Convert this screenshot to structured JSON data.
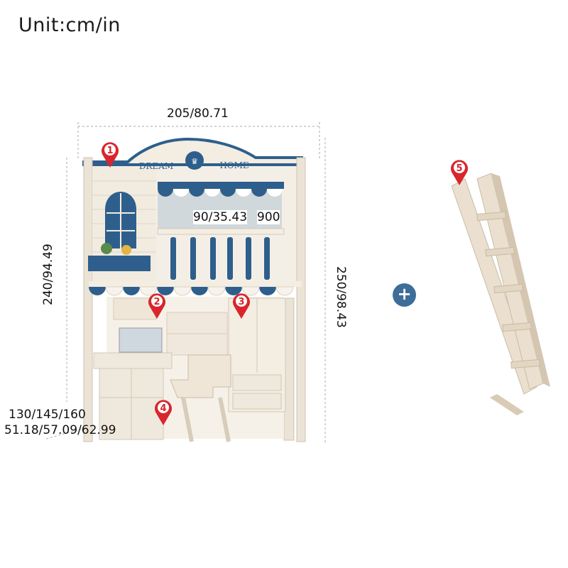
{
  "unit_label": "Unit:cm/in",
  "dimensions": {
    "width": "205/80.71",
    "height_left": "240/94.49",
    "height_right": "250/98.43",
    "guard_height": "90/35.43",
    "guard_height_overlap": "900",
    "depth_cm": "130/145/160",
    "depth_in": "51.18/57.09/62.99"
  },
  "sign": {
    "left": "DREAM",
    "right": "HOME"
  },
  "markers": [
    "1",
    "2",
    "3",
    "4",
    "5"
  ],
  "plus_symbol": "+",
  "colors": {
    "accent": "#2e5f8c",
    "marker": "#d8262c",
    "wood": "#efe6d8",
    "ladder": "#e9dcc9"
  }
}
